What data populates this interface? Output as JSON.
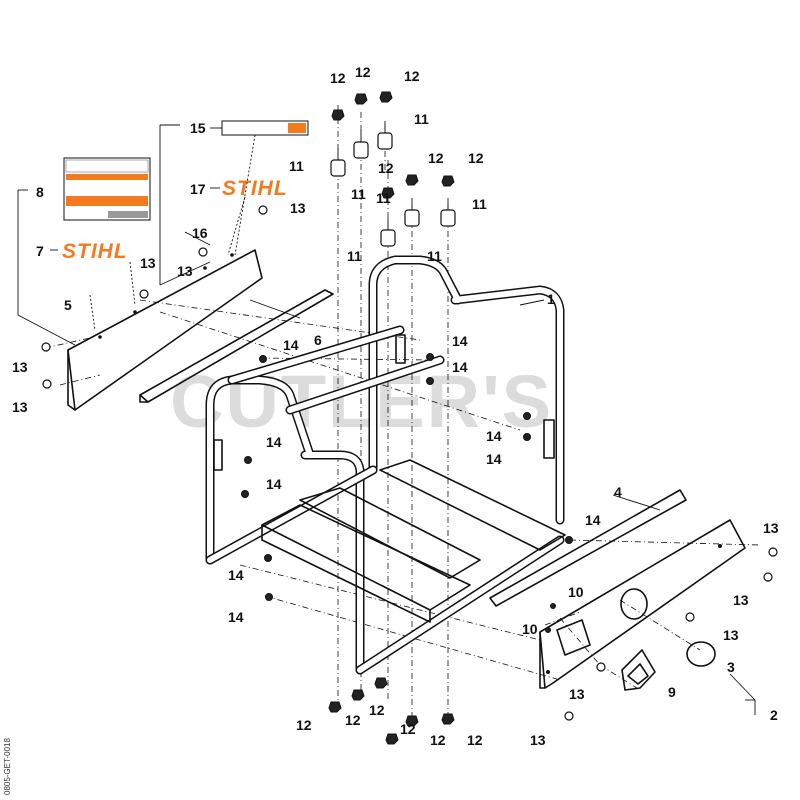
{
  "diagram": {
    "watermark": "CUTLER'S",
    "side_code": "0805-GET-0018",
    "brand_label": "STIHL",
    "callouts": [
      {
        "id": "c1",
        "text": "1"
      },
      {
        "id": "c2",
        "text": "2"
      },
      {
        "id": "c3",
        "text": "3"
      },
      {
        "id": "c4",
        "text": "4"
      },
      {
        "id": "c5",
        "text": "5"
      },
      {
        "id": "c6",
        "text": "6"
      },
      {
        "id": "c7",
        "text": "7"
      },
      {
        "id": "c8",
        "text": "8"
      },
      {
        "id": "c9",
        "text": "9"
      },
      {
        "id": "c10a",
        "text": "10"
      },
      {
        "id": "c10b",
        "text": "10"
      },
      {
        "id": "c11a",
        "text": "11"
      },
      {
        "id": "c11b",
        "text": "11"
      },
      {
        "id": "c11c",
        "text": "11"
      },
      {
        "id": "c11d",
        "text": "11"
      },
      {
        "id": "c11e",
        "text": "11"
      },
      {
        "id": "c11f",
        "text": "11"
      },
      {
        "id": "c12a",
        "text": "12"
      },
      {
        "id": "c12b",
        "text": "12"
      },
      {
        "id": "c12c",
        "text": "12"
      },
      {
        "id": "c12d",
        "text": "12"
      },
      {
        "id": "c12e",
        "text": "12"
      },
      {
        "id": "c12f",
        "text": "12"
      },
      {
        "id": "c12g",
        "text": "12"
      },
      {
        "id": "c12h",
        "text": "12"
      },
      {
        "id": "c12i",
        "text": "12"
      },
      {
        "id": "c12j",
        "text": "12"
      },
      {
        "id": "c12k",
        "text": "12"
      },
      {
        "id": "c12l",
        "text": "12"
      },
      {
        "id": "c13a",
        "text": "13"
      },
      {
        "id": "c13b",
        "text": "13"
      },
      {
        "id": "c13c",
        "text": "13"
      },
      {
        "id": "c13d",
        "text": "13"
      },
      {
        "id": "c13e",
        "text": "13"
      },
      {
        "id": "c13f",
        "text": "13"
      },
      {
        "id": "c13g",
        "text": "13"
      },
      {
        "id": "c13h",
        "text": "13"
      },
      {
        "id": "c13i",
        "text": "13"
      },
      {
        "id": "c13j",
        "text": "13"
      },
      {
        "id": "c14a",
        "text": "14"
      },
      {
        "id": "c14b",
        "text": "14"
      },
      {
        "id": "c14c",
        "text": "14"
      },
      {
        "id": "c14d",
        "text": "14"
      },
      {
        "id": "c14e",
        "text": "14"
      },
      {
        "id": "c14f",
        "text": "14"
      },
      {
        "id": "c14g",
        "text": "14"
      },
      {
        "id": "c14h",
        "text": "14"
      },
      {
        "id": "c14i",
        "text": "14"
      },
      {
        "id": "c14j",
        "text": "14"
      },
      {
        "id": "c15",
        "text": "15"
      },
      {
        "id": "c16",
        "text": "16"
      },
      {
        "id": "c17",
        "text": "17"
      }
    ]
  }
}
